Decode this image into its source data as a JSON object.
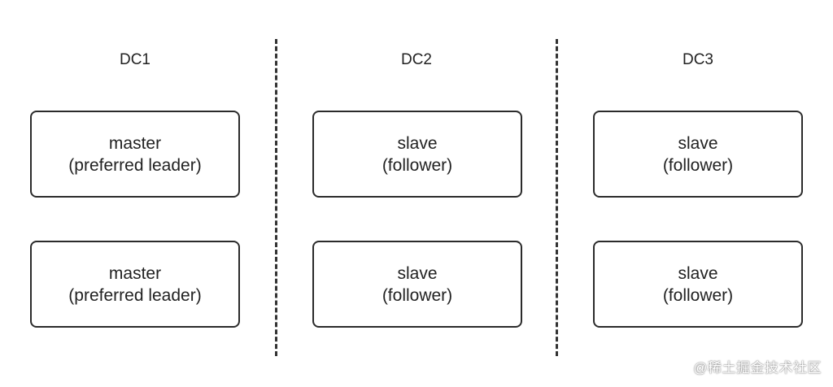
{
  "datacenters": [
    {
      "label": "DC1",
      "nodes": [
        {
          "role": "master",
          "detail": "(preferred leader)"
        },
        {
          "role": "master",
          "detail": "(preferred leader)"
        }
      ]
    },
    {
      "label": "DC2",
      "nodes": [
        {
          "role": "slave",
          "detail": "(follower)"
        },
        {
          "role": "slave",
          "detail": "(follower)"
        }
      ]
    },
    {
      "label": "DC3",
      "nodes": [
        {
          "role": "slave",
          "detail": "(follower)"
        },
        {
          "role": "slave",
          "detail": "(follower)"
        }
      ]
    }
  ],
  "watermark": "@稀土掘金技术社区",
  "colors": {
    "stroke": "#2b2b2b",
    "text": "#222222",
    "background": "#ffffff"
  }
}
